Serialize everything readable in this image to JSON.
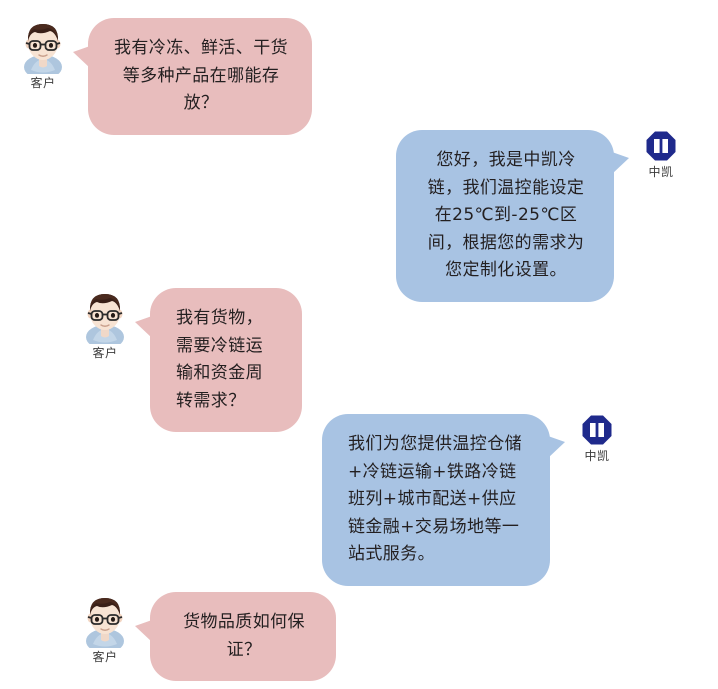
{
  "conversation": {
    "participants": {
      "customer": {
        "label": "客户",
        "avatar_icon": "person-glasses-avatar-icon",
        "bubble_color": "#e8bdbd",
        "side": "left"
      },
      "company": {
        "label": "中凯",
        "avatar_icon": "zhongkai-octagon-logo-icon",
        "bubble_color": "#a8c3e3",
        "side": "right"
      }
    },
    "messages": [
      {
        "id": "msg-1",
        "sender": "customer",
        "text": "我有冷冻、鲜活、干货等多种产品在哪能存放？",
        "align": "center"
      },
      {
        "id": "msg-2",
        "sender": "company",
        "text": "您好，我是中凯冷链，我们温控能设定在25℃到-25℃区间，根据您的需求为您定制化设置。",
        "align": "center"
      },
      {
        "id": "msg-3",
        "sender": "customer",
        "text": "我有货物，需要冷链运输和资金周转需求？",
        "align": "left"
      },
      {
        "id": "msg-4",
        "sender": "company",
        "text": "我们为您提供温控仓储+冷链运输+铁路冷链班列+城市配送+供应链金融+交易场地等一站式服务。",
        "align": "left"
      },
      {
        "id": "msg-5",
        "sender": "customer",
        "text": "货物品质如何保证？",
        "align": "center"
      }
    ]
  },
  "theme": {
    "background": "#ffffff",
    "text_color": "#231f20",
    "label_color": "#3b3b3b",
    "logo_color": "#1f2a8c"
  }
}
